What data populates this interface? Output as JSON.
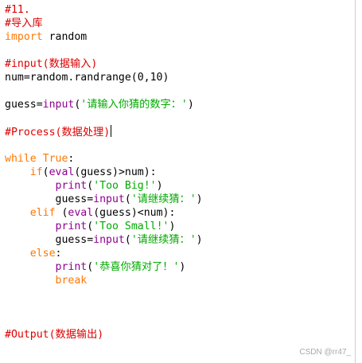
{
  "editor": {
    "lines": [
      [
        {
          "t": "#11.",
          "c": "comment"
        }
      ],
      [
        {
          "t": "#导入库",
          "c": "comment"
        }
      ],
      [
        {
          "t": "import",
          "c": "keyword"
        },
        {
          "t": " random",
          "c": "default"
        }
      ],
      [],
      [
        {
          "t": "#input(数据输入)",
          "c": "comment"
        }
      ],
      [
        {
          "t": "num=random.randrange(0,10)",
          "c": "default"
        }
      ],
      [],
      [
        {
          "t": "guess=",
          "c": "default"
        },
        {
          "t": "input",
          "c": "builtin"
        },
        {
          "t": "(",
          "c": "default"
        },
        {
          "t": "'请输入你猜的数字：'",
          "c": "string"
        },
        {
          "t": ")",
          "c": "default"
        }
      ],
      [],
      [
        {
          "t": "#Process(数据处理)",
          "c": "comment"
        },
        {
          "cursor": true
        }
      ],
      [],
      [
        {
          "t": "while",
          "c": "keyword"
        },
        {
          "t": " ",
          "c": "default"
        },
        {
          "t": "True",
          "c": "keyword"
        },
        {
          "t": ":",
          "c": "default"
        }
      ],
      [
        {
          "t": "    ",
          "c": "default"
        },
        {
          "t": "if",
          "c": "keyword"
        },
        {
          "t": "(",
          "c": "default"
        },
        {
          "t": "eval",
          "c": "builtin"
        },
        {
          "t": "(guess)>num):",
          "c": "default"
        }
      ],
      [
        {
          "t": "        ",
          "c": "default"
        },
        {
          "t": "print",
          "c": "builtin"
        },
        {
          "t": "(",
          "c": "default"
        },
        {
          "t": "'Too Big!'",
          "c": "string"
        },
        {
          "t": ")",
          "c": "default"
        }
      ],
      [
        {
          "t": "        guess=",
          "c": "default"
        },
        {
          "t": "input",
          "c": "builtin"
        },
        {
          "t": "(",
          "c": "default"
        },
        {
          "t": "'请继续猜：'",
          "c": "string"
        },
        {
          "t": ")",
          "c": "default"
        }
      ],
      [
        {
          "t": "    ",
          "c": "default"
        },
        {
          "t": "elif",
          "c": "keyword"
        },
        {
          "t": " (",
          "c": "default"
        },
        {
          "t": "eval",
          "c": "builtin"
        },
        {
          "t": "(guess)<num):",
          "c": "default"
        }
      ],
      [
        {
          "t": "        ",
          "c": "default"
        },
        {
          "t": "print",
          "c": "builtin"
        },
        {
          "t": "(",
          "c": "default"
        },
        {
          "t": "'Too Small!'",
          "c": "string"
        },
        {
          "t": ")",
          "c": "default"
        }
      ],
      [
        {
          "t": "        guess=",
          "c": "default"
        },
        {
          "t": "input",
          "c": "builtin"
        },
        {
          "t": "(",
          "c": "default"
        },
        {
          "t": "'请继续猜：'",
          "c": "string"
        },
        {
          "t": ")",
          "c": "default"
        }
      ],
      [
        {
          "t": "    ",
          "c": "default"
        },
        {
          "t": "else",
          "c": "keyword"
        },
        {
          "t": ":",
          "c": "default"
        }
      ],
      [
        {
          "t": "        ",
          "c": "default"
        },
        {
          "t": "print",
          "c": "builtin"
        },
        {
          "t": "(",
          "c": "default"
        },
        {
          "t": "'恭喜你猜对了！'",
          "c": "string"
        },
        {
          "t": ")",
          "c": "default"
        }
      ],
      [
        {
          "t": "        ",
          "c": "default"
        },
        {
          "t": "break",
          "c": "keyword"
        }
      ],
      [],
      [],
      [],
      [
        {
          "t": "#Output(数据输出)",
          "c": "comment"
        }
      ]
    ]
  },
  "watermark": "CSDN @rr47_",
  "colors": {
    "comment": "#dd0000",
    "keyword": "#ff7700",
    "builtin": "#900090",
    "string": "#00aa00",
    "default": "#000000",
    "background": "#ffffff"
  }
}
